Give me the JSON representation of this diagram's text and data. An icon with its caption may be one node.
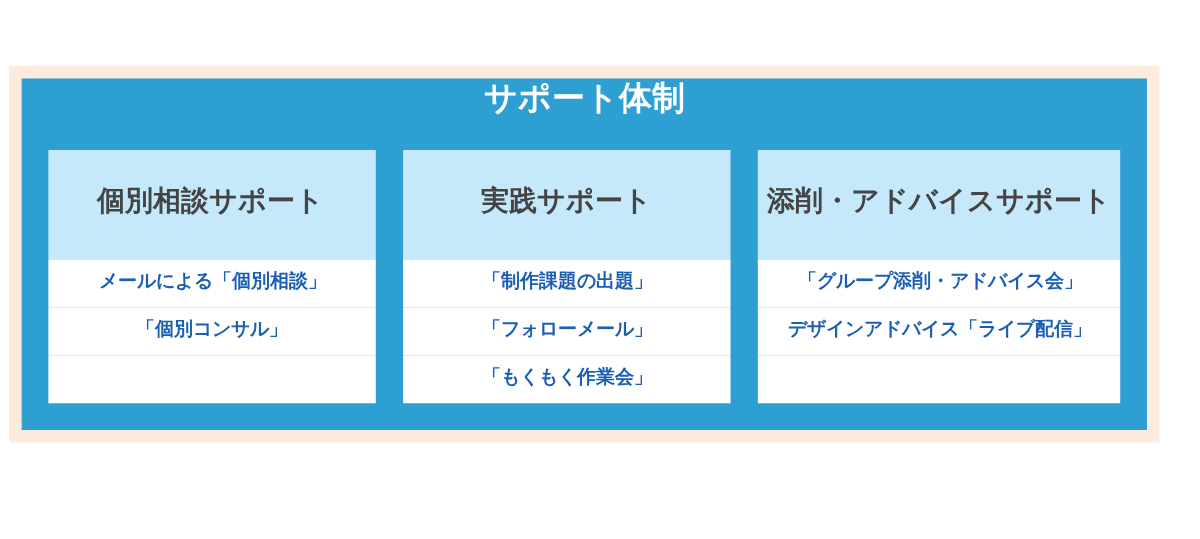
{
  "diagram": {
    "nodes": [
      {
        "text": [
          "サポート体制"
        ]
      },
      {
        "text": [
          "添削・アドバイスサポート",
          "「グループ添削・アドバイス会」",
          "デザインアドバイス「ライブ配信」"
        ],
        "in": 0
      },
      {
        "text": [
          "実践サポート",
          "「制作課題の出題」",
          "「フォローメール」",
          "「もくもく作業会」"
        ],
        "in": 0
      },
      {
        "text": [
          "個別相談サポート",
          "メールによる「個別相談」",
          "「個別コンサル」"
        ],
        "in": 0
      }
    ]
  }
}
